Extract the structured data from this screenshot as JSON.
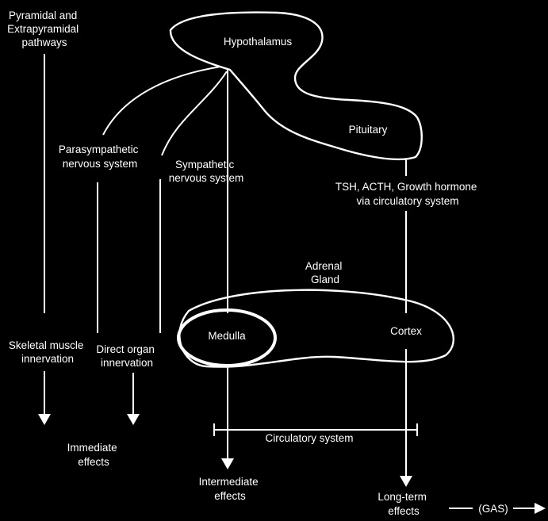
{
  "diagram": {
    "labels": {
      "pyramidal": [
        "Pyramidal and",
        "Extrapyramidal",
        "pathways"
      ],
      "hypothalamus": [
        "Hypothalamus"
      ],
      "pituitary": [
        "Pituitary"
      ],
      "parasympathetic": [
        "Parasympathetic",
        "nervous system"
      ],
      "sympathetic": [
        "Sympathetic",
        "nervous system"
      ],
      "hormones": [
        "TSH, ACTH, Growth hormone",
        "via circulatory system"
      ],
      "adrenal": [
        "Adrenal",
        "Gland"
      ],
      "medulla": [
        "Medulla"
      ],
      "cortex": [
        "Cortex"
      ],
      "skeletal": [
        "Skeletal muscle",
        "innervation"
      ],
      "direct_organ": [
        "Direct organ",
        "innervation"
      ],
      "circulatory": [
        "Circulatory system"
      ],
      "immediate": [
        "Immediate",
        "effects"
      ],
      "intermediate": [
        "Intermediate",
        "effects"
      ],
      "long_term": [
        "Long-term",
        "effects"
      ],
      "gas": [
        "(GAS)"
      ]
    }
  }
}
